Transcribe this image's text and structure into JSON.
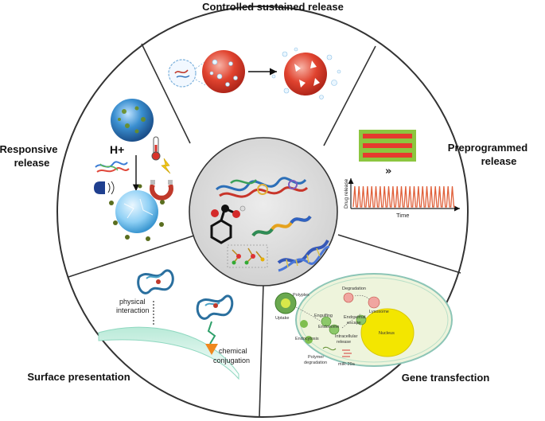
{
  "labels": {
    "controlled": "Controlled sustained release",
    "preprogrammed_1": "Preprogrammed",
    "preprogrammed_2": "release",
    "responsive_1": "Responsive",
    "responsive_2": "release",
    "surface": "Surface presentation",
    "gene": "Gene transfection"
  },
  "responsive_panel": {
    "proton": "H+"
  },
  "preprogrammed_panel": {
    "y_axis": "Drug release",
    "x_axis": "Time"
  },
  "surface_panel": {
    "physical_1": "physical",
    "physical_2": "interaction",
    "chemical_1": "chemical",
    "chemical_2": "conjugation"
  },
  "gene_panel": {
    "polyplex": "Polyplex",
    "uptake": "Uptake",
    "engulfing": "Engulfing",
    "endosome": "Endosome",
    "endocytosis": "Endocytosis",
    "endosomal_1": "Endosomal",
    "endosomal_2": "escape",
    "degradation": "Degradation",
    "lysosome": "Lysosome",
    "nucleus": "Nucleus",
    "intracellular_1": "Intracellular",
    "intracellular_2": "release",
    "polymer_1": "Polymer",
    "polymer_2": "degradation",
    "mirna": "miR-29a"
  },
  "colors": {
    "ring": "#333333",
    "center_fill": "#d9d9d9",
    "red_sphere": "#d93a2b",
    "blue_sphere": "#3a8fd0",
    "pulse": "#e0603a",
    "cell_fill": "#eef4dc",
    "nucleus_fill": "#f3e600",
    "membrane": "#8cc5b6"
  }
}
